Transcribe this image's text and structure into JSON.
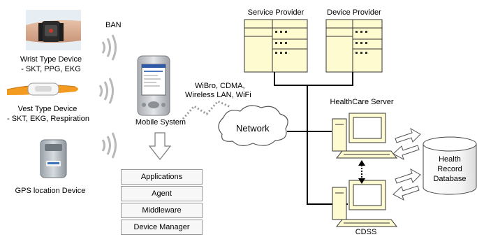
{
  "labels": {
    "ban": "BAN",
    "wrist_device_line1": "Wrist Type Device",
    "wrist_device_line2": "- SKT, PPG, EKG",
    "vest_device_line1": "Vest Type Device",
    "vest_device_line2": "- SKT, EKG, Respiration",
    "gps_device": "GPS location Device",
    "mobile_system": "Mobile System",
    "wireless_line1": "WiBro, CDMA,",
    "wireless_line2": "Wireless LAN, WiFi",
    "network": "Network",
    "service_provider": "Service Provider",
    "device_provider": "Device Provider",
    "healthcare_server": "HealthCare Server",
    "db_line1": "Health",
    "db_line2": "Record",
    "db_line3": "Database",
    "cdss": "CDSS"
  },
  "mobile_stack": [
    "Applications",
    "Agent",
    "Middleware",
    "Device Manager"
  ],
  "colors": {
    "server_fill": "#fffbd0",
    "line": "#000000",
    "wave": "#b8b8b8",
    "arrow_outline": "#7a7a7a",
    "band_orange": "#f39a21",
    "dotted_link": "#9a9a9a"
  }
}
